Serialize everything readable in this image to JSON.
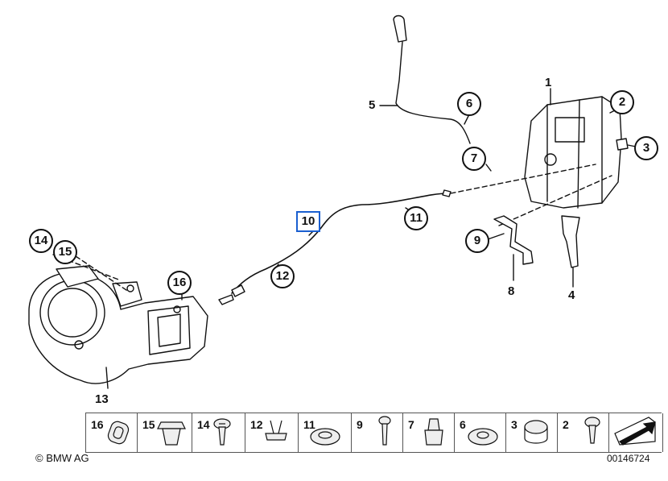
{
  "callouts": {
    "c1": "1",
    "c2": "2",
    "c3": "3",
    "c4": "4",
    "c5": "5",
    "c6": "6",
    "c7": "7",
    "c8": "8",
    "c9": "9",
    "c10": "10",
    "c11": "11",
    "c12": "12",
    "c13": "13",
    "c14": "14",
    "c15": "15",
    "c16": "16"
  },
  "strip": [
    "16",
    "15",
    "14",
    "12",
    "11",
    "9",
    "7",
    "6",
    "3",
    "2"
  ],
  "footer": {
    "copyright": "© BMW AG",
    "reference": "00146724"
  },
  "colors": {
    "line": "#111111",
    "highlight": "#1a5fd0"
  }
}
